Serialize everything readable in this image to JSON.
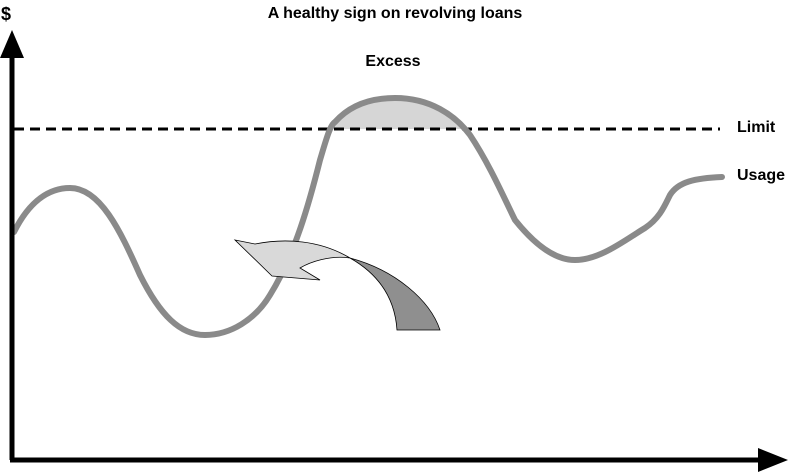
{
  "title": "A healthy sign on revolving loans",
  "labels": {
    "excess": "Excess",
    "limit": "Limit",
    "usage": "Usage",
    "y_axis": "$"
  },
  "colors": {
    "axis": "#000000",
    "limit_line": "#000000",
    "usage_line": "#8a8a8a",
    "excess_fill": "#d6d6d6",
    "arrow_light": "#d9d9d9",
    "arrow_dark": "#8f8f8f"
  }
}
